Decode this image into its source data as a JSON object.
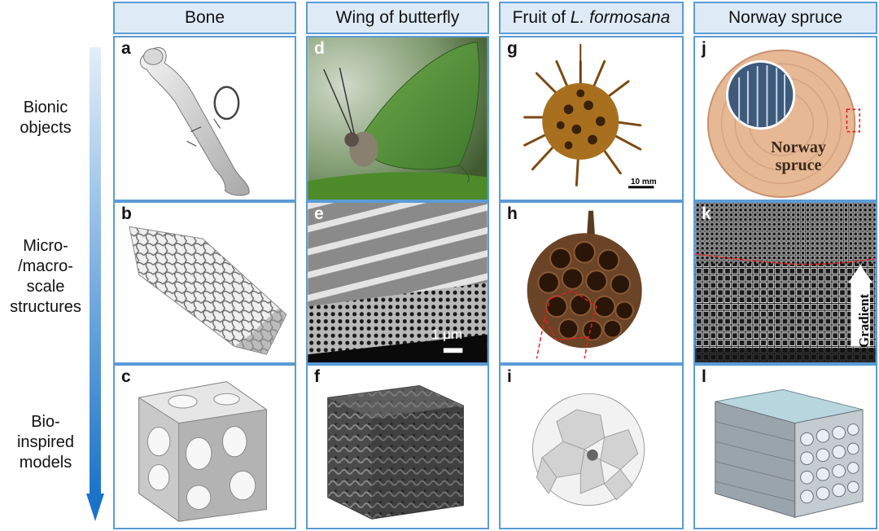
{
  "columns": [
    "Bone",
    "Wing of butterfly",
    "Fruit of ",
    "Norway spruce"
  ],
  "column_italic": {
    "2": "L. formosana"
  },
  "rows": [
    [
      "Bionic",
      "objects"
    ],
    [
      "Micro-",
      "/macro-",
      "scale",
      "structures"
    ],
    [
      "Bio-",
      "inspired",
      "models"
    ]
  ],
  "panels": {
    "a": "a",
    "b": "b",
    "c": "c",
    "d": "d",
    "e": "e",
    "f": "f",
    "g": "g",
    "h": "h",
    "i": "i",
    "j": "j",
    "k": "k",
    "l": "l"
  },
  "annotations": {
    "scale_fruit": "10 mm",
    "scale_wing": "1 μm",
    "spruce_label_1": "Norway",
    "spruce_label_2": "spruce",
    "gradient": "Gradient"
  },
  "colors": {
    "border": "#5b9bd5",
    "header_fill": "#deebf7",
    "arrow_top": "#dbe9f7",
    "arrow_bottom": "#1a73c9",
    "highlight_red": "#e02020"
  }
}
